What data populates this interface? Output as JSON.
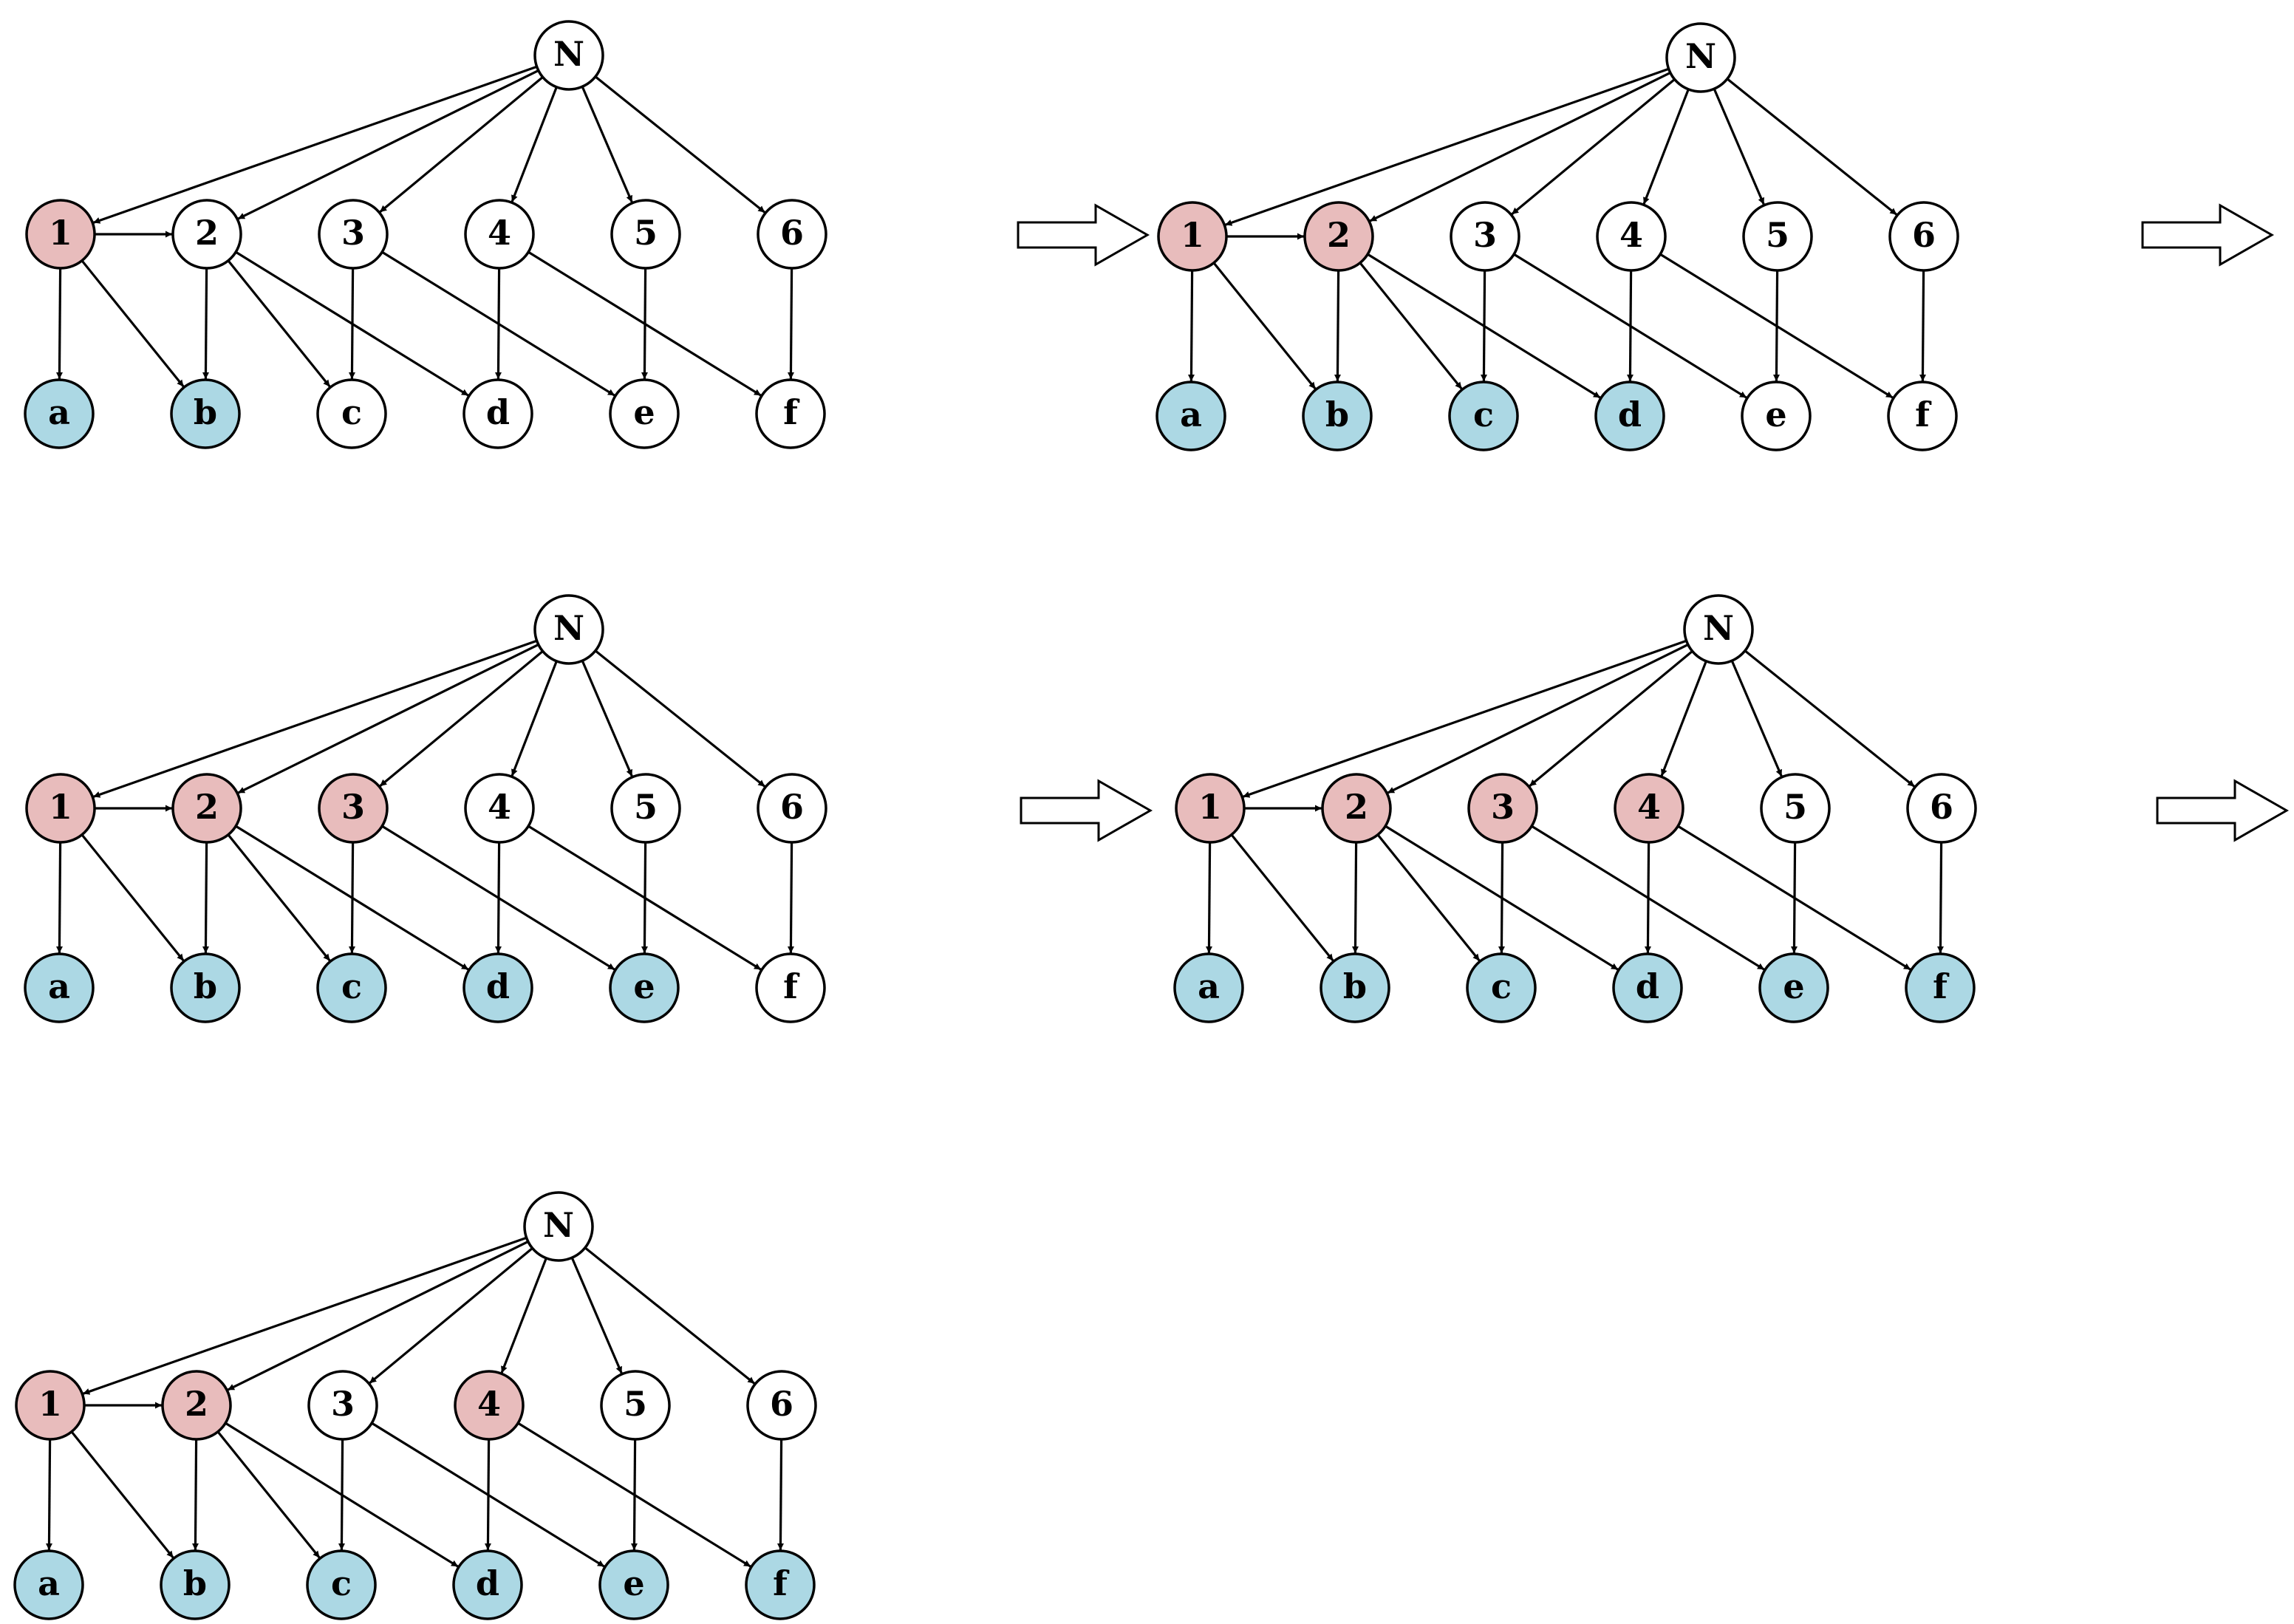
{
  "colors": {
    "selected_middle": "#e8bcbc",
    "covered_bottom": "#acd8e4",
    "default_fill": "#ffffff",
    "stroke": "#000000"
  },
  "graph": {
    "root": "N",
    "middle": [
      "1",
      "2",
      "3",
      "4",
      "5",
      "6"
    ],
    "bottom": [
      "a",
      "b",
      "c",
      "d",
      "e",
      "f"
    ],
    "edges": [
      [
        "N",
        "1"
      ],
      [
        "N",
        "2"
      ],
      [
        "N",
        "3"
      ],
      [
        "N",
        "4"
      ],
      [
        "N",
        "5"
      ],
      [
        "N",
        "6"
      ],
      [
        "1",
        "2"
      ],
      [
        "1",
        "a"
      ],
      [
        "1",
        "b"
      ],
      [
        "2",
        "b"
      ],
      [
        "2",
        "c"
      ],
      [
        "2",
        "d"
      ],
      [
        "3",
        "c"
      ],
      [
        "3",
        "e"
      ],
      [
        "4",
        "d"
      ],
      [
        "4",
        "f"
      ],
      [
        "5",
        "e"
      ],
      [
        "6",
        "f"
      ]
    ]
  },
  "panels": [
    {
      "id": "step-1",
      "selected": [
        "1"
      ],
      "covered": [
        "a",
        "b"
      ]
    },
    {
      "id": "step-2",
      "selected": [
        "1",
        "2"
      ],
      "covered": [
        "a",
        "b",
        "c",
        "d"
      ]
    },
    {
      "id": "step-3",
      "selected": [
        "1",
        "2",
        "3"
      ],
      "covered": [
        "a",
        "b",
        "c",
        "d",
        "e"
      ]
    },
    {
      "id": "step-4",
      "selected": [
        "1",
        "2",
        "3",
        "4"
      ],
      "covered": [
        "a",
        "b",
        "c",
        "d",
        "e",
        "f"
      ]
    },
    {
      "id": "step-5",
      "selected": [
        "1",
        "2",
        "4"
      ],
      "covered": [
        "a",
        "b",
        "c",
        "d",
        "e",
        "f"
      ]
    }
  ],
  "step_arrows": 4
}
